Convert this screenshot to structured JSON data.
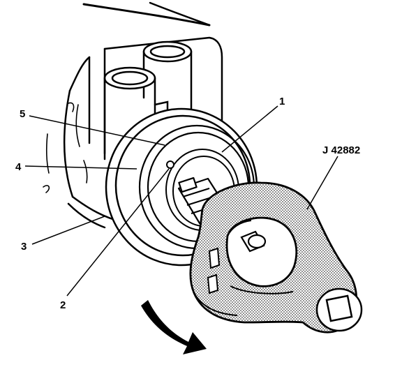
{
  "callouts": {
    "c1": "1",
    "c2": "2",
    "c3": "3",
    "c4": "4",
    "c5": "5",
    "tool": "J 42882"
  },
  "colors": {
    "ink": "#000000",
    "paper": "#ffffff",
    "stipple": "#000000"
  }
}
